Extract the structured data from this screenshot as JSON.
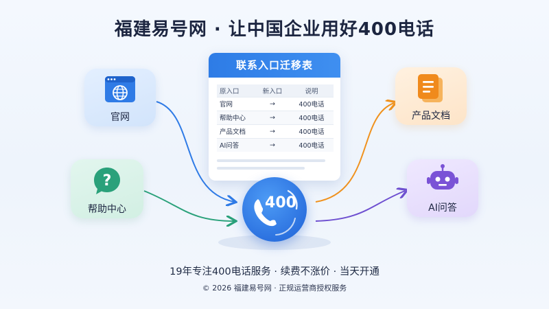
{
  "title": "福建易号网 · 让中国企业用好400电话",
  "table": {
    "title": "联系入口迁移表",
    "headers": [
      "原入口",
      "新入口",
      "说明"
    ],
    "rows": [
      {
        "from": "官网",
        "arrow": "→",
        "to": "400电话"
      },
      {
        "from": "帮助中心",
        "arrow": "→",
        "to": "400电话"
      },
      {
        "from": "产品文档",
        "arrow": "→",
        "to": "400电话"
      },
      {
        "from": "AI问答",
        "arrow": "→",
        "to": "400电话"
      }
    ]
  },
  "nodes": {
    "site": {
      "label": "官网",
      "icon": "globe-browser-icon",
      "color": "#2f7be6"
    },
    "help": {
      "label": "帮助中心",
      "icon": "question-bubble-icon",
      "color": "#2fa37a"
    },
    "doc": {
      "label": "产品文档",
      "icon": "document-icon",
      "color": "#f08a1c"
    },
    "ai": {
      "label": "AI问答",
      "icon": "robot-icon",
      "color": "#7a52d6"
    }
  },
  "center": {
    "label": "400",
    "icon": "phone-icon",
    "color": "#2c72e0"
  },
  "footer": {
    "tagline": "19年专注400电话服务 · 续费不涨价 · 当天开通",
    "copyright": "© 2026 福建易号网 · 正规运营商授权服务"
  }
}
